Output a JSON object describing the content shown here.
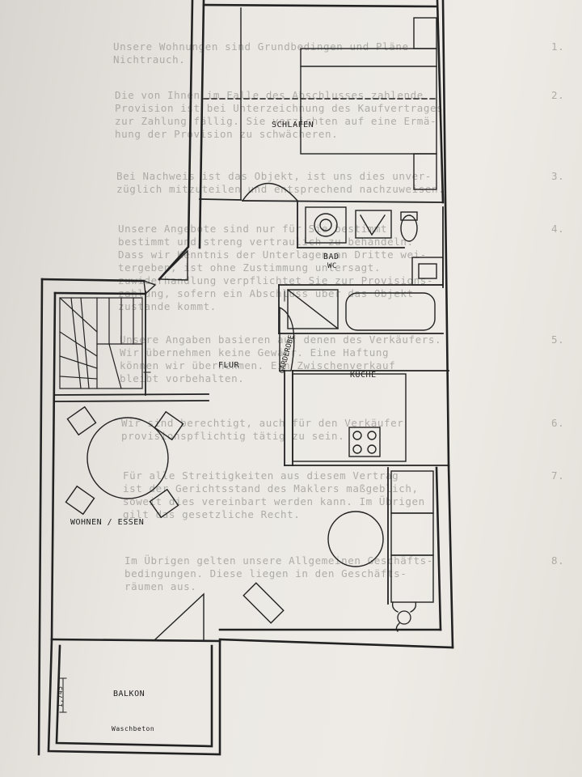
{
  "rooms": {
    "schlafen": "SCHLAFEN",
    "bad": "BAD",
    "wc": "WC",
    "flur": "FLUR",
    "kueche": "KÜCHE",
    "garderobe": "GARDEROBE",
    "wohnen_essen": "WOHNEN / ESSEN",
    "balkon": "BALKON"
  },
  "balcony": {
    "dimension": "1,745",
    "material": "Waschbeton"
  },
  "show_through_text": [
    {
      "num": "1.",
      "lines": [
        "Unsere Wohnungen sind Grundbedingen und Pläne",
        "Nichtrauch."
      ]
    },
    {
      "num": "2.",
      "lines": [
        "Die von Ihnen im Falle des Abschlusses zahlende",
        "Provision ist bei Unterzeichnung des Kaufvertrages",
        "zur Zahlung fällig. Sie verzichten auf eine Ermä-",
        "hung der Provision zu schwächeren."
      ]
    },
    {
      "num": "3.",
      "lines": [
        "Bei Nachweis ist das Objekt, ist uns dies unver-",
        "züglich mitzuteilen und entsprechend nachzuweisen."
      ]
    },
    {
      "num": "4.",
      "lines": [
        "Unsere Angebote sind nur für Sie bestimmt",
        "bestimmt und streng vertraulich zu behandeln.",
        "Dass wir Kenntnis der Unterlagen an Dritte wei-",
        "tergeben, ist ohne Zustimmung untersagt.",
        "zuwiderhandlung verpflichtet Sie zur Provisions-",
        "zahlung, sofern ein Abschluss über das Objekt",
        "zustande kommt."
      ]
    },
    {
      "num": "5.",
      "lines": [
        "Unsere Angaben basieren auf denen des Verkäufers.",
        "Wir übernehmen keine Gewähr. Eine Haftung",
        "können wir übernehmen. Ein Zwischenverkauf",
        "bleibt vorbehalten."
      ]
    },
    {
      "num": "6.",
      "lines": [
        "Wir sind berechtigt, auch für den Verkäufer",
        "provisionspflichtig tätig zu sein."
      ]
    },
    {
      "num": "7.",
      "lines": [
        "Für alle Streitigkeiten aus diesem Vertrag",
        "ist der Gerichtsstand des Maklers maßgeblich,",
        "soweit dies vereinbart werden kann. Im Übrigen",
        "gilt das gesetzliche Recht."
      ]
    },
    {
      "num": "8.",
      "lines": [
        "Im Übrigen gelten unsere Allgemeinen Geschäfts-",
        "bedingungen. Diese liegen in den Geschäfts-",
        "räumen aus."
      ]
    }
  ]
}
